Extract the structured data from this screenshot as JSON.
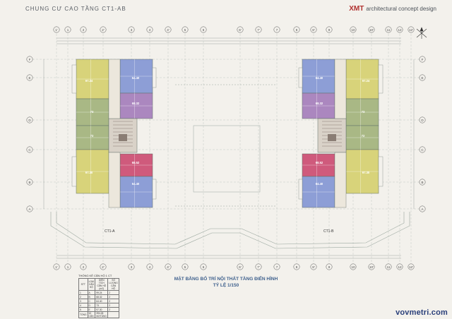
{
  "title": "CHUNG CƯ CAO TẦNG CT1-AB",
  "brand": "XMT",
  "brand_tagline": "architectural concept design",
  "grid_top": [
    "1'",
    "1",
    "2",
    "2'",
    "3",
    "4",
    "4'",
    "5",
    "6",
    "6'",
    "7'",
    "7",
    "8",
    "8'",
    "9",
    "10",
    "10'",
    "11",
    "12",
    "12'"
  ],
  "grid_rows": [
    "F",
    "E",
    "D",
    "C",
    "B",
    "A"
  ],
  "blocks": {
    "left": "CT1-A",
    "right": "CT1-B"
  },
  "unit_labels": {
    "left": [
      "97.24",
      "64.40",
      "68.32",
      "73",
      "72",
      "68.52",
      "64.40",
      "97.30"
    ],
    "right": [
      "97.24",
      "64.40",
      "68.32",
      "73",
      "72",
      "68.52",
      "64.40",
      "97.30"
    ]
  },
  "caption_line1": "MẶT BẰNG BỐ TRÍ NỘI THẤT TẦNG ĐIỂN HÌNH",
  "caption_line2": "TỶ LỆ 1/150",
  "table": {
    "title": "THỐNG KÊ CĂN HỘ 1 CT",
    "headers": [
      "STT",
      "LOẠI CĂN HỘ",
      "DIỆN TÍCH CĂN HỘ (m2)",
      "SỐ LƯỢNG CĂN HỘ"
    ],
    "rows": [
      [
        "1",
        "A",
        "99.24",
        "2"
      ],
      [
        "2",
        "B",
        "68.32",
        "2"
      ],
      [
        "3",
        "C",
        "64.40",
        "2"
      ],
      [
        "4",
        "D",
        "73",
        "2"
      ],
      [
        "5",
        "E",
        "97.30",
        "2"
      ],
      [
        "TỔNG",
        "10 CĂN",
        "394.28 M2/TẦNG",
        ""
      ]
    ]
  },
  "watermark": "vovmetri.com",
  "colors": {
    "blue": "#8d9ed6",
    "purple": "#ab87bf",
    "green": "#a9b885",
    "yellow": "#d8d37a",
    "pink": "#cf5a7c",
    "core": "#8a7d74",
    "line": "#7f8c84",
    "grid_label": "#4a4a4a"
  }
}
